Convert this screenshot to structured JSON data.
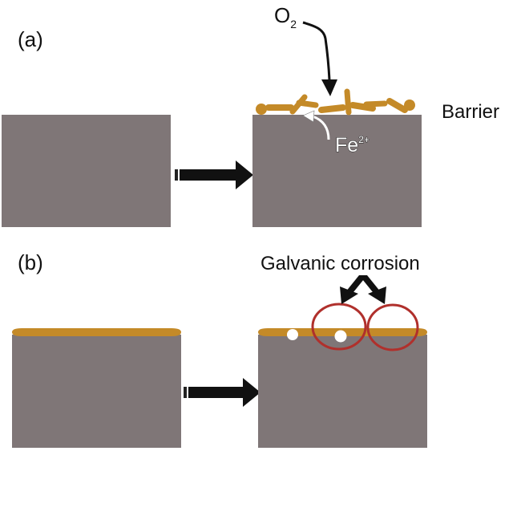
{
  "panel_a": {
    "label": "(a)",
    "oxygen": {
      "symbol": "O",
      "subscript": "2"
    },
    "iron_ion": {
      "symbol": "Fe",
      "superscript": "2+"
    },
    "barrier_label": "Barrier"
  },
  "panel_b": {
    "label": "(b)",
    "annotation": "Galvanic corrosion"
  },
  "colors": {
    "metal": "#7f7677",
    "coating": "#c48a28",
    "arrow": "#111111",
    "corrosion_ring": "#b0302c",
    "pit": "#ffffff"
  }
}
